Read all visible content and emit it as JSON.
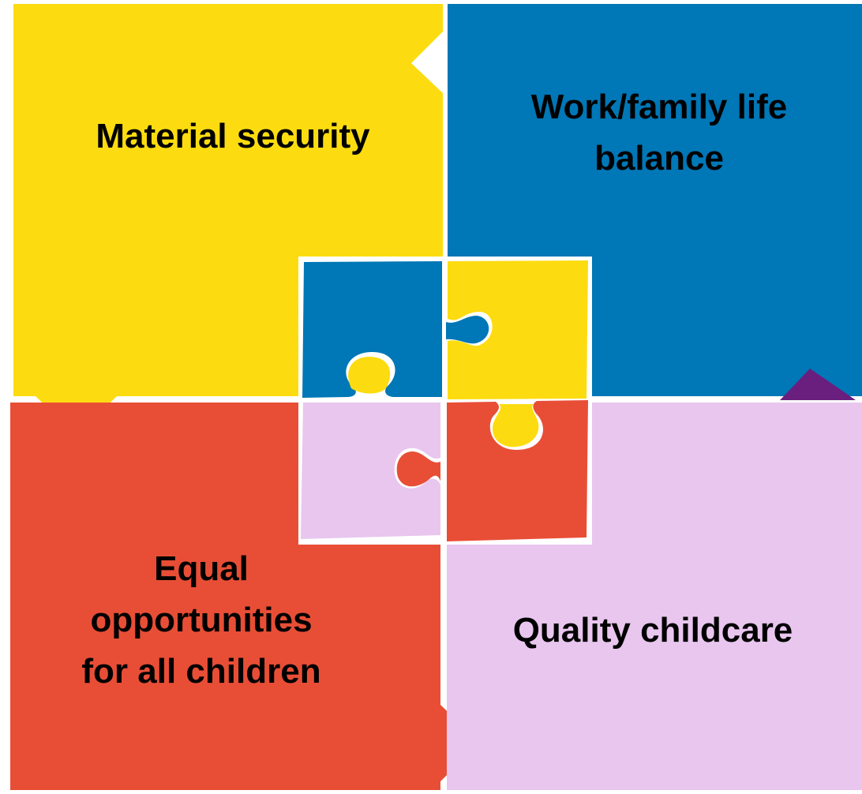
{
  "pieces": {
    "material_security": {
      "lines": [
        "Material security"
      ],
      "color": "#FCDC10"
    },
    "work_family": {
      "lines": [
        "Work/family life",
        "balance"
      ],
      "color": "#0077B6"
    },
    "equal_opportunities": {
      "lines": [
        "Equal",
        "opportunities",
        "for all children"
      ],
      "color": "#E84E36"
    },
    "quality_childcare": {
      "lines": [
        "Quality childcare"
      ],
      "color": "#E8C6EE"
    }
  },
  "accent_color": "#6A1E7E",
  "puzzle_icon_name": "jigsaw-puzzle-icon"
}
